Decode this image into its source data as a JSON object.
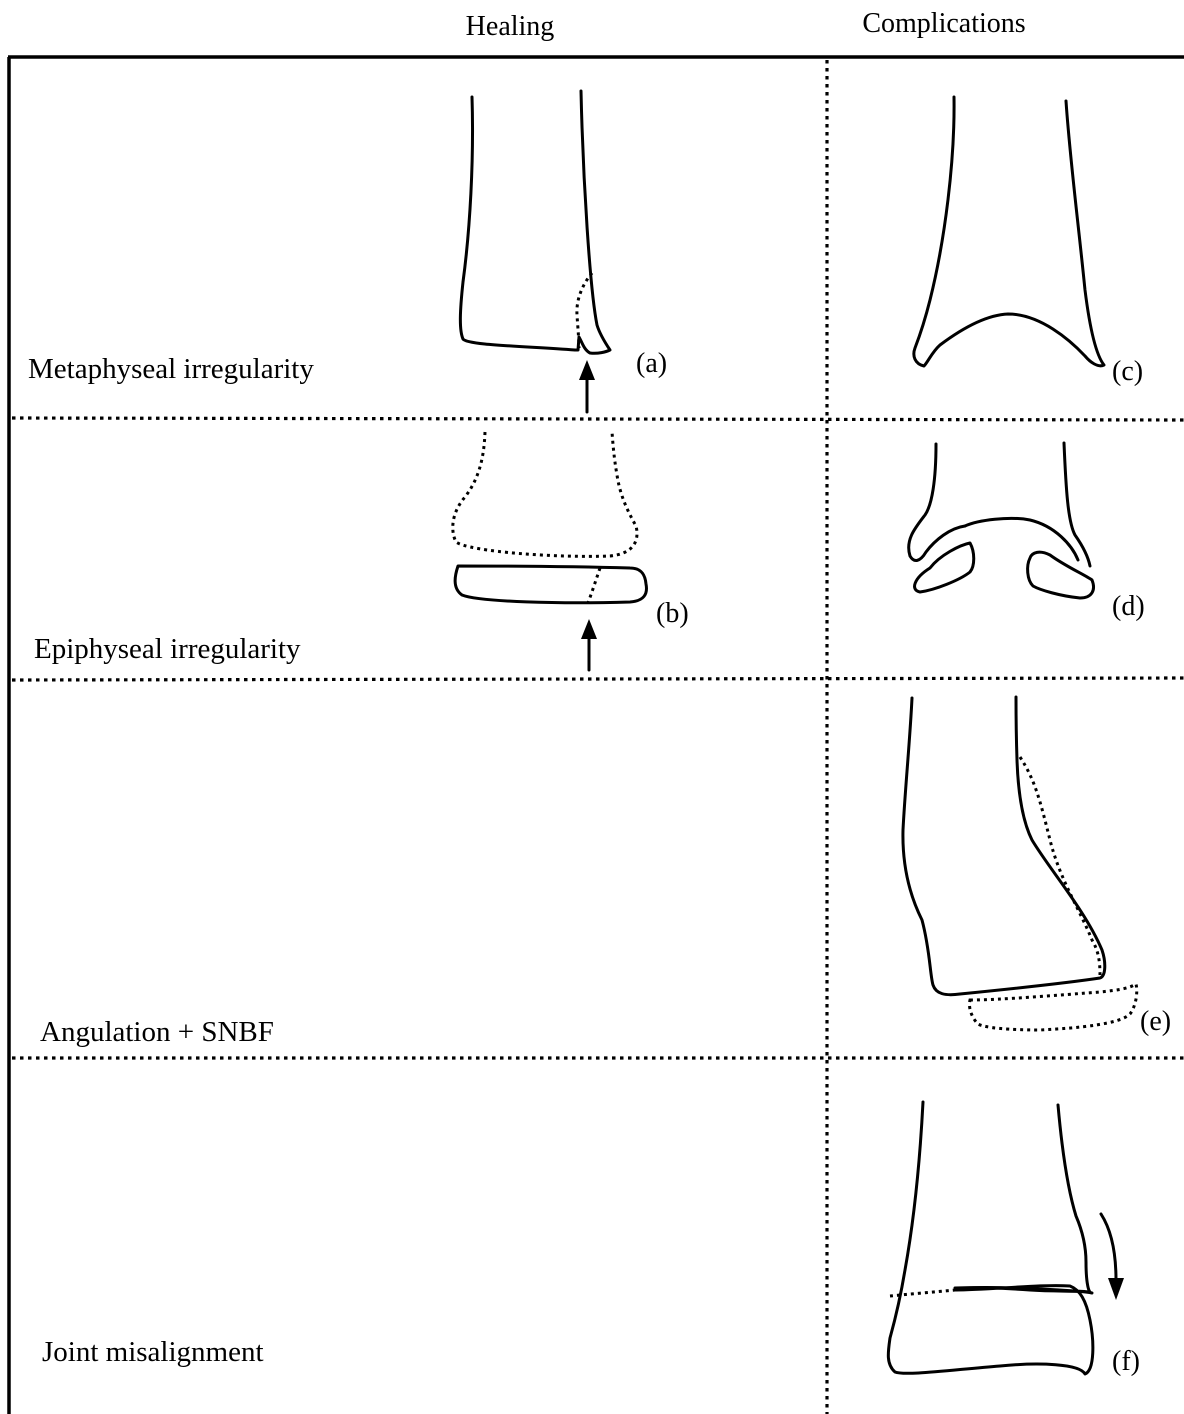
{
  "header": {
    "healing": "Healing",
    "complications": "Complications"
  },
  "rows": [
    {
      "label": "Metaphyseal irregularity"
    },
    {
      "label": "Epiphyseal irregularity"
    },
    {
      "label": "Angulation + SNBF"
    },
    {
      "label": "Joint misalignment"
    }
  ],
  "figures": {
    "a": "(a)",
    "b": "(b)",
    "c": "(c)",
    "d": "(d)",
    "e": "(e)",
    "f": "(f)"
  },
  "colors": {
    "line": "#000000",
    "background": "#ffffff"
  }
}
